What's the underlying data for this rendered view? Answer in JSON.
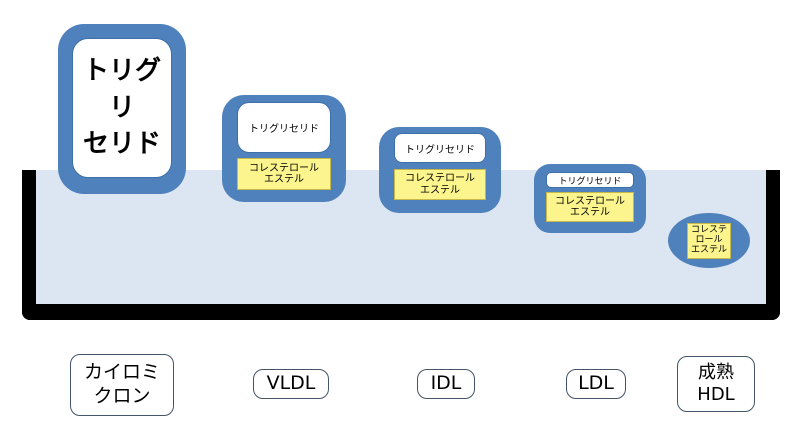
{
  "colors": {
    "particle": "#4f81bd",
    "triglyceride_fill": "#ffffff",
    "cholesteryl_ester_fill": "#fcf48c",
    "water": "#dce6f2",
    "tank": "#000000"
  },
  "particles": {
    "chylomicron": {
      "triglyceride": "トリグリ\nセリド"
    },
    "vldl": {
      "triglyceride": "トリグリセリド",
      "cholesteryl_ester": "コレステロール\nエステル"
    },
    "idl": {
      "triglyceride": "トリグリセリド",
      "cholesteryl_ester": "コレステロール\nエステル"
    },
    "ldl": {
      "triglyceride": "トリグリセリド",
      "cholesteryl_ester": "コレステロール\nエステル"
    },
    "hdl": {
      "cholesteryl_ester": "コレステ\nロール\nエステル"
    }
  },
  "labels": {
    "chylomicron": "カイロミ\nクロン",
    "vldl": "VLDL",
    "idl": "IDL",
    "ldl": "LDL",
    "hdl": "成熟\nHDL"
  }
}
